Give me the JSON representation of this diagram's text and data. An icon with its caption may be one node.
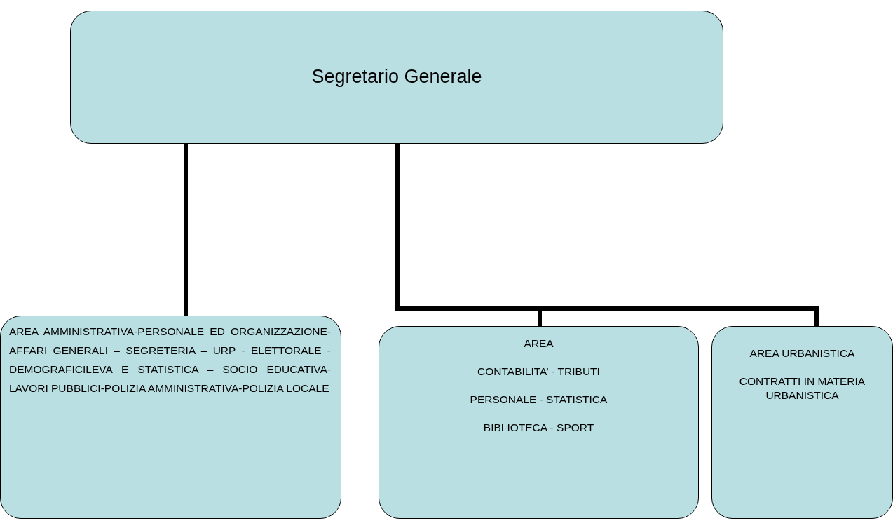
{
  "diagram": {
    "nodes": [
      {
        "text": [
          "Segretario Generale"
        ]
      },
      {
        "text": [
          "AREA AMMINISTRATIVA-PERSONALE ED ORGANIZZAZIONE-AFFARI GENERALI – SEGRETERIA – URP - ELETTORALE - DEMOGRAFICILEVA E STATISTICA – SOCIO EDUCATIVA-LAVORI PUBBLICI-POLIZIA AMMINISTRATIVA-POLIZIA LOCALE"
        ]
      },
      {
        "text": [
          "AREA",
          "CONTABILITA’ - TRIBUTI",
          "PERSONALE - STATISTICA",
          "BIBLIOTECA - SPORT"
        ]
      },
      {
        "text": [
          "AREA URBANISTICA",
          "CONTRATTI IN MATERIA URBANISTICA"
        ]
      }
    ],
    "edges": [
      {
        "from": 0,
        "to": 1,
        "arrow": "none"
      },
      {
        "from": 0,
        "to": 2,
        "arrow": "none"
      },
      {
        "from": 0,
        "to": 3,
        "arrow": "none"
      }
    ]
  }
}
